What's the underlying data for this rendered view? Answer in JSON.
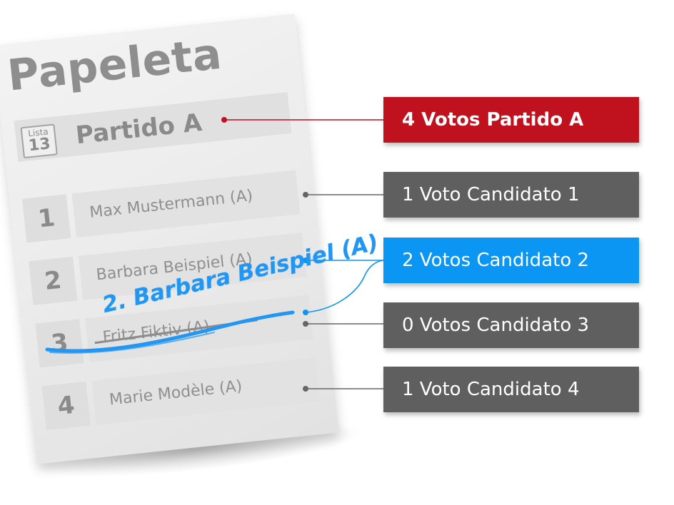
{
  "ballot": {
    "title": "Papeleta",
    "party": {
      "list_label": "Lista",
      "list_number": "13",
      "name": "Partido A"
    },
    "candidates": [
      {
        "number": "1",
        "name": "Max Mustermann (A)",
        "struck": false
      },
      {
        "number": "2",
        "name": "Barbara Beispiel (A)",
        "struck": false
      },
      {
        "number": "3",
        "name": "Fritz Fiktiv (A)",
        "struck": true
      },
      {
        "number": "4",
        "name": "Marie Modèle (A)",
        "struck": false
      }
    ],
    "handwritten_entry": "2. Barbara Beispiel (A)"
  },
  "votes": [
    {
      "label": "4 Votos Partido A",
      "color": "#c0111f",
      "bold": true
    },
    {
      "label": "1 Voto Candidato 1",
      "color": "#5f5f5f",
      "bold": false
    },
    {
      "label": "2 Votos Candidato 2",
      "color": "#0a96f2",
      "bold": false
    },
    {
      "label": "0 Votos Candidato 3",
      "color": "#5f5f5f",
      "bold": false
    },
    {
      "label": "1 Voto Candidato 4",
      "color": "#5f5f5f",
      "bold": false
    }
  ],
  "colors": {
    "party_accent": "#c0111f",
    "handwriting": "#2196f3",
    "neutral_label": "#5f5f5f",
    "connector_neutral": "#666666"
  }
}
